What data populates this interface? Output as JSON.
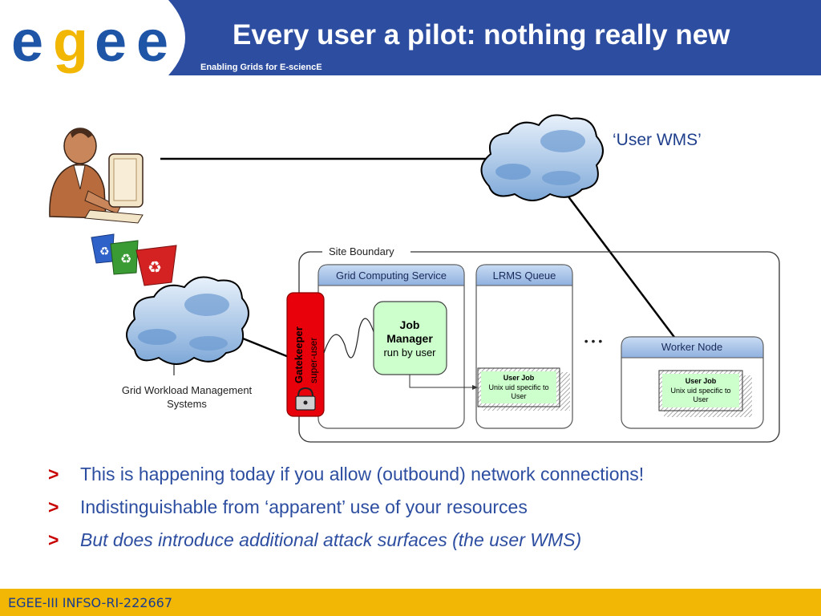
{
  "header": {
    "logo_text": "egee",
    "title": "Every user a pilot: nothing really new",
    "subtitle": "Enabling Grids for E-sciencE"
  },
  "diagram": {
    "user_wms_label": "‘User WMS’",
    "gwms_label_line1": "Grid Workload Management",
    "gwms_label_line2": "Systems",
    "site_boundary_label": "Site Boundary",
    "gcs_label": "Grid Computing Service",
    "lrms_label": "LRMS Queue",
    "worker_node_label": "Worker Node",
    "gatekeeper_label": "Gatekeeper",
    "gatekeeper_sub": "super-user",
    "job_manager_line1": "Job",
    "job_manager_line2": "Manager",
    "job_manager_line3": "run by user",
    "user_job_title": "User Job",
    "user_job_line1": "Unix uid specific to",
    "user_job_line2": "User",
    "ellipsis": "• • •"
  },
  "bullets": [
    {
      "mark": ">",
      "text": "This is happening today if you allow (outbound) network connections!",
      "italic": false
    },
    {
      "mark": ">",
      "text": "Indistinguishable from ‘apparent’ use of your resources",
      "italic": false
    },
    {
      "mark": ">",
      "text": "But does introduce additional attack surfaces (the user WMS)",
      "italic": true
    }
  ],
  "footer": {
    "text": "EGEE-III INFSO-RI-222667"
  },
  "colors": {
    "header_blue": "#2d4ea0",
    "footer_yellow": "#f2b705",
    "bullet_red": "#c80000",
    "gatekeeper_red": "#e8000a",
    "box_blue": "#3f6fb6",
    "job_green": "#ccffcc"
  },
  "icons": [
    "person-at-computer-icon",
    "recycle-bins-icon",
    "cloud-icon",
    "padlock-icon"
  ]
}
